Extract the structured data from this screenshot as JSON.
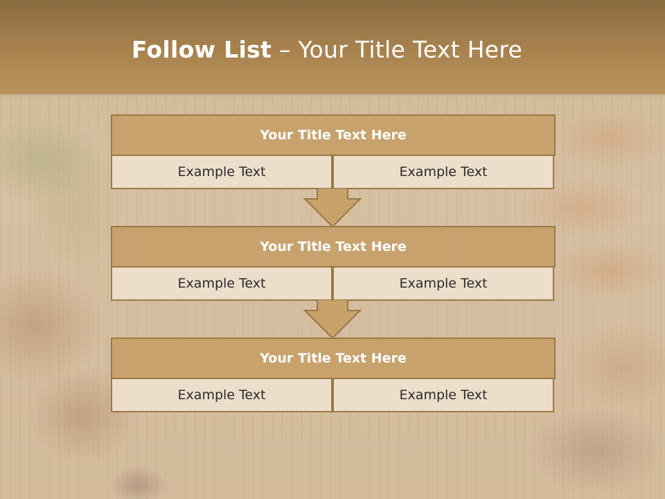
{
  "header": {
    "title_bold": "Follow List",
    "title_rest": " – Your Title Text Here"
  },
  "blocks": [
    {
      "title": "Your Title Text Here",
      "left": "Example Text",
      "right": "Example Text"
    },
    {
      "title": "Your Title Text Here",
      "left": "Example Text",
      "right": "Example Text"
    },
    {
      "title": "Your Title Text Here",
      "left": "Example Text",
      "right": "Example Text"
    }
  ],
  "colors": {
    "header": "#a9834f",
    "block_title_fill": "#c69e66",
    "block_border": "#9a7845",
    "cell_fill": "#f0e2d2",
    "arrow_fill": "#c69e66"
  },
  "icons": [
    "down-arrow-icon"
  ]
}
